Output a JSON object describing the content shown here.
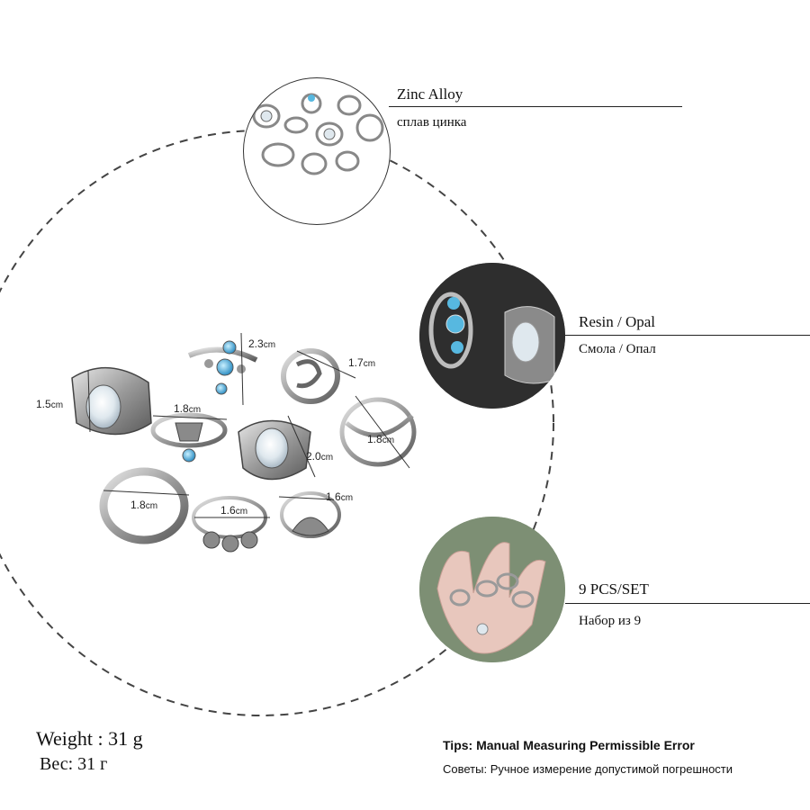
{
  "features": {
    "material": {
      "label": "Zinc Alloy",
      "label_ru": "сплав цинка"
    },
    "stone": {
      "label": "Resin / Opal",
      "label_ru": "Смола / Опал"
    },
    "count": {
      "label": "9 PCS/SET",
      "label_ru": "Набор из 9"
    }
  },
  "measurements": [
    {
      "value": "1.5",
      "unit": "cm"
    },
    {
      "value": "2.3",
      "unit": "cm"
    },
    {
      "value": "1.7",
      "unit": "cm"
    },
    {
      "value": "1.8",
      "unit": "cm"
    },
    {
      "value": "1.8",
      "unit": "cm"
    },
    {
      "value": "2.0",
      "unit": "cm"
    },
    {
      "value": "1.8",
      "unit": "cm"
    },
    {
      "value": "1.6",
      "unit": "cm"
    },
    {
      "value": "1.6",
      "unit": "cm"
    }
  ],
  "weight": {
    "label": "Weight : 31 g",
    "label_ru": "Вес: 31 г"
  },
  "tips": {
    "title": "Tips: Manual Measuring Permissible Error",
    "title_ru": "Советы: Ручное измерение допустимой погрешности"
  },
  "colors": {
    "silver": "#b8b8b8",
    "dark_silver": "#6e6e6e",
    "opal": "#dfe8ee",
    "turquoise": "#57b8e0",
    "line": "#222222"
  }
}
